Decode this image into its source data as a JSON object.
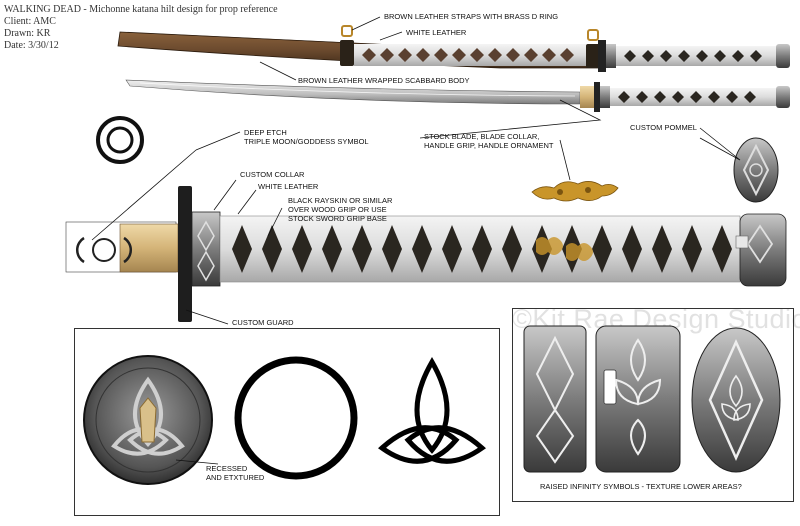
{
  "header": {
    "title": "WALKING DEAD - Michonne katana hilt design for prop reference",
    "client": "Client:  AMC",
    "drawn": "Drawn: KR",
    "date": "Date: 3/30/12"
  },
  "annotations": {
    "straps": "BROWN LEATHER STRAPS WITH BRASS D RING",
    "white_leather_top": "WHITE LEATHER",
    "scabbard": "BROWN LEATHER WRAPPED SCABBARD BODY",
    "deep_etch_1": "DEEP ETCH",
    "deep_etch_2": "TRIPLE MOON/GODDESS SYMBOL",
    "stock_1": "STOCK BLADE, BLADE COLLAR,",
    "stock_2": "HANDLE GRIP, HANDLE ORNAMENT",
    "custom_pommel": "CUSTOM POMMEL",
    "custom_collar": "CUSTOM COLLAR",
    "white_leather_mid": "WHITE LEATHER",
    "rayskin_1": "BLACK RAYSKIN OR SIMILAR",
    "rayskin_2": "OVER WOOD GRIP OR USE",
    "rayskin_3": "STOCK SWORD GRIP BASE",
    "custom_guard": "CUSTOM GUARD",
    "recessed_1": "RECESSED",
    "recessed_2": "AND ETXTURED",
    "raised": "RAISED INFINITY SYMBOLS - TEXTURE LOWER AREAS?"
  },
  "watermark": "©Kit Rae Design Studio",
  "colors": {
    "leather_brown": "#6b4a2e",
    "wrap_white": "#e8e8e8",
    "diamond_dark": "#2a2620",
    "steel": "#8a8a8a",
    "tsuka_wood": "#d9c08a",
    "brass": "#c9952a"
  },
  "icons": {
    "triple_moon": "triple-moon-icon",
    "ring": "ring-icon",
    "triquetra": "triquetra-icon"
  }
}
